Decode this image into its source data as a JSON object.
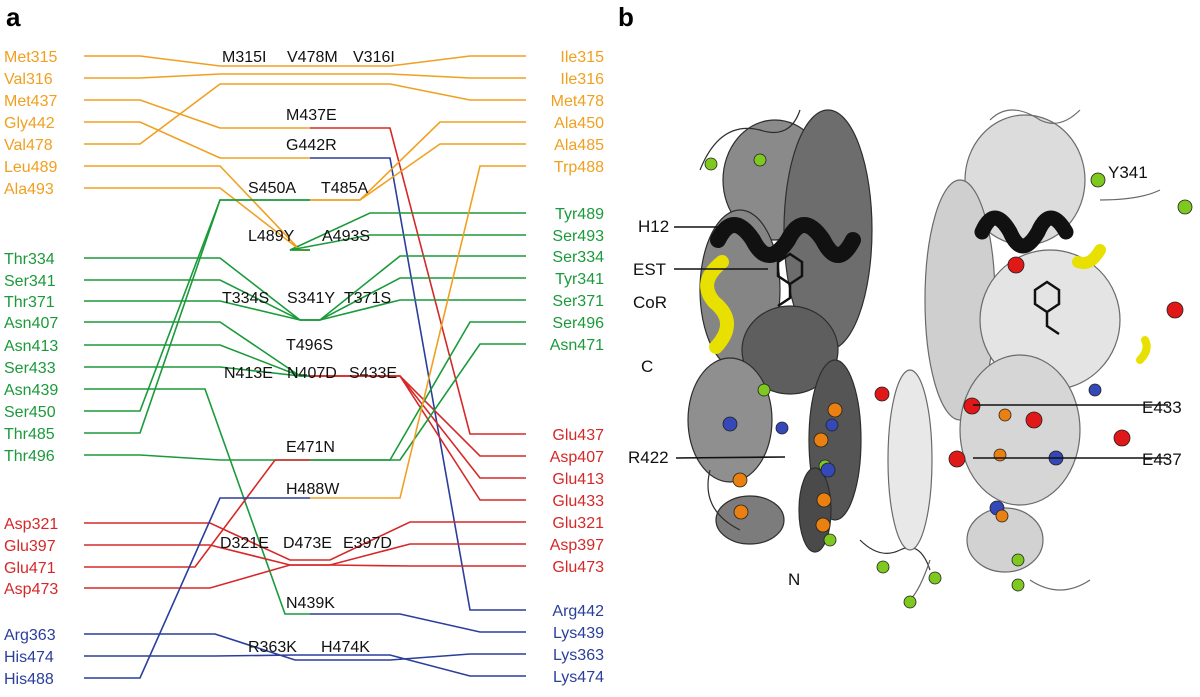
{
  "colors": {
    "orange": "#f0a020",
    "green": "#1a9a3a",
    "red": "#d62828",
    "blue": "#2a3e9c",
    "black": "#111111"
  },
  "panel_a": {
    "letter": "a",
    "left_labels": [
      {
        "text": "Met315",
        "color": "orange"
      },
      {
        "text": "Val316",
        "color": "orange"
      },
      {
        "text": "Met437",
        "color": "orange"
      },
      {
        "text": "Gly442",
        "color": "orange"
      },
      {
        "text": "Val478",
        "color": "orange"
      },
      {
        "text": "Leu489",
        "color": "orange"
      },
      {
        "text": "Ala493",
        "color": "orange"
      },
      {
        "text": "Thr334",
        "color": "green"
      },
      {
        "text": "Ser341",
        "color": "green"
      },
      {
        "text": "Thr371",
        "color": "green"
      },
      {
        "text": "Asn407",
        "color": "green"
      },
      {
        "text": "Asn413",
        "color": "green"
      },
      {
        "text": "Ser433",
        "color": "green"
      },
      {
        "text": "Asn439",
        "color": "green"
      },
      {
        "text": "Ser450",
        "color": "green"
      },
      {
        "text": "Thr485",
        "color": "green"
      },
      {
        "text": "Thr496",
        "color": "green"
      },
      {
        "text": "Asp321",
        "color": "red"
      },
      {
        "text": "Glu397",
        "color": "red"
      },
      {
        "text": "Glu471",
        "color": "red"
      },
      {
        "text": "Asp473",
        "color": "red"
      },
      {
        "text": "Arg363",
        "color": "blue"
      },
      {
        "text": "His474",
        "color": "blue"
      },
      {
        "text": "His488",
        "color": "blue"
      }
    ],
    "right_labels": [
      {
        "text": "Ile315",
        "color": "orange"
      },
      {
        "text": "Ile316",
        "color": "orange"
      },
      {
        "text": "Met478",
        "color": "orange"
      },
      {
        "text": "Ala450",
        "color": "orange"
      },
      {
        "text": "Ala485",
        "color": "orange"
      },
      {
        "text": "Trp488",
        "color": "orange"
      },
      {
        "text": "Tyr489",
        "color": "green"
      },
      {
        "text": "Ser493",
        "color": "green"
      },
      {
        "text": "Ser334",
        "color": "green"
      },
      {
        "text": "Tyr341",
        "color": "green"
      },
      {
        "text": "Ser371",
        "color": "green"
      },
      {
        "text": "Ser496",
        "color": "green"
      },
      {
        "text": "Asn471",
        "color": "green"
      },
      {
        "text": "Glu437",
        "color": "red"
      },
      {
        "text": "Asp407",
        "color": "red"
      },
      {
        "text": "Glu413",
        "color": "red"
      },
      {
        "text": "Glu433",
        "color": "red"
      },
      {
        "text": "Glu321",
        "color": "red"
      },
      {
        "text": "Asp397",
        "color": "red"
      },
      {
        "text": "Glu473",
        "color": "red"
      },
      {
        "text": "Arg442",
        "color": "blue"
      },
      {
        "text": "Lys439",
        "color": "blue"
      },
      {
        "text": "Lys363",
        "color": "blue"
      },
      {
        "text": "Lys474",
        "color": "blue"
      }
    ],
    "mutations": [
      "M315I",
      "V478M",
      "V316I",
      "M437E",
      "G442R",
      "S450A",
      "T485A",
      "L489Y",
      "A493S",
      "T334S",
      "S341Y",
      "T371S",
      "T496S",
      "N413E",
      "N407D",
      "S433E",
      "E471N",
      "H488W",
      "D321E",
      "D473E",
      "E397D",
      "N439K",
      "R363K",
      "H474K"
    ],
    "connections": [
      {
        "from": 0,
        "to": 0,
        "c1": "orange",
        "c2": "orange"
      },
      {
        "from": 1,
        "to": 1,
        "c1": "orange",
        "c2": "orange"
      },
      {
        "from": 2,
        "to": 13,
        "c1": "orange",
        "c2": "red"
      },
      {
        "from": 3,
        "to": 20,
        "c1": "orange",
        "c2": "blue"
      },
      {
        "from": 4,
        "to": 2,
        "c1": "orange",
        "c2": "orange"
      },
      {
        "from": 5,
        "to": 6,
        "c1": "orange",
        "c2": "green"
      },
      {
        "from": 6,
        "to": 7,
        "c1": "orange",
        "c2": "green"
      },
      {
        "from": 7,
        "to": 8,
        "c1": "green",
        "c2": "green"
      },
      {
        "from": 8,
        "to": 9,
        "c1": "green",
        "c2": "green"
      },
      {
        "from": 9,
        "to": 10,
        "c1": "green",
        "c2": "green"
      },
      {
        "from": 10,
        "to": 14,
        "c1": "green",
        "c2": "red"
      },
      {
        "from": 11,
        "to": 15,
        "c1": "green",
        "c2": "red"
      },
      {
        "from": 12,
        "to": 16,
        "c1": "green",
        "c2": "red"
      },
      {
        "from": 13,
        "to": 21,
        "c1": "green",
        "c2": "blue"
      },
      {
        "from": 14,
        "to": 3,
        "c1": "green",
        "c2": "orange"
      },
      {
        "from": 15,
        "to": 4,
        "c1": "green",
        "c2": "orange"
      },
      {
        "from": 16,
        "to": 11,
        "c1": "green",
        "c2": "green"
      },
      {
        "from": 17,
        "to": 17,
        "c1": "red",
        "c2": "red"
      },
      {
        "from": 18,
        "to": 18,
        "c1": "red",
        "c2": "red"
      },
      {
        "from": 19,
        "to": 12,
        "c1": "red",
        "c2": "green"
      },
      {
        "from": 20,
        "to": 19,
        "c1": "red",
        "c2": "red"
      },
      {
        "from": 21,
        "to": 22,
        "c1": "blue",
        "c2": "blue"
      },
      {
        "from": 22,
        "to": 23,
        "c1": "blue",
        "c2": "blue"
      },
      {
        "from": 23,
        "to": 5,
        "c1": "blue",
        "c2": "orange"
      }
    ]
  },
  "panel_b": {
    "letter": "b",
    "labels": [
      "Y341",
      "H12",
      "EST",
      "CoR",
      "C",
      "R422",
      "N",
      "E433",
      "E437"
    ]
  }
}
